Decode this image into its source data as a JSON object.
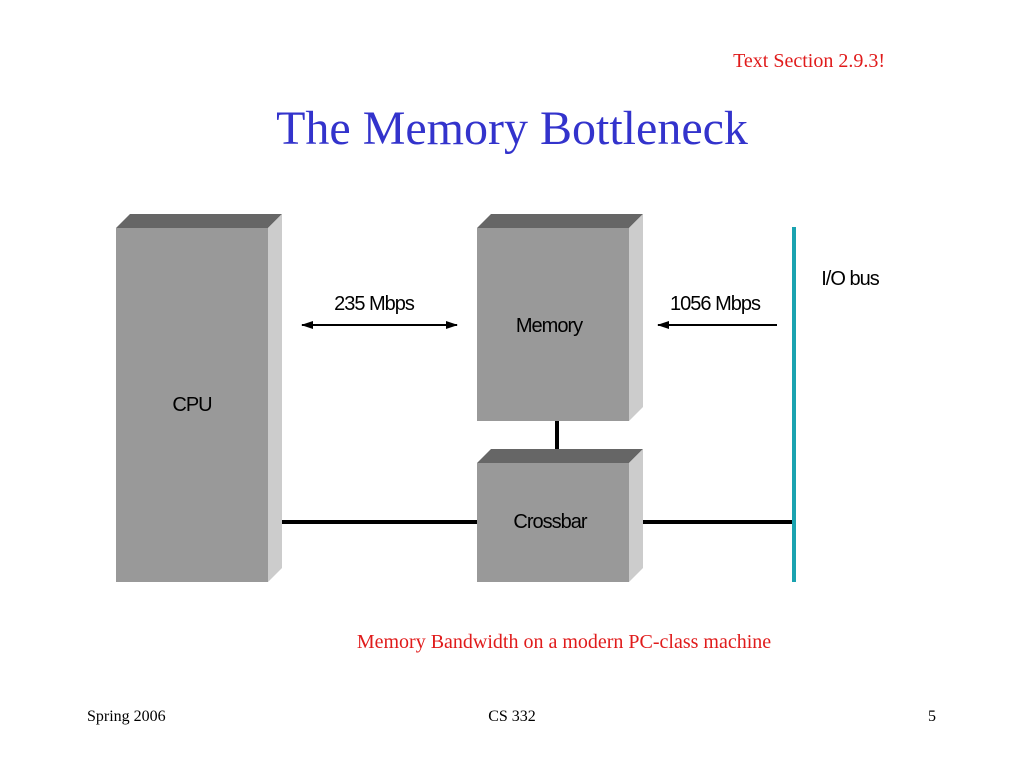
{
  "slide": {
    "reference": "Text Section 2.9.3!",
    "title": "The Memory Bottleneck",
    "caption": "Memory Bandwidth on a modern PC-class machine"
  },
  "diagram": {
    "blocks": {
      "cpu": "CPU",
      "memory": "Memory",
      "crossbar": "Crossbar"
    },
    "links": {
      "cpu_memory_bandwidth": "235 Mbps",
      "io_memory_bandwidth": "1056 Mbps"
    },
    "io_bus_label": "I/O bus",
    "colors": {
      "block_face": "#999999",
      "block_top": "#666666",
      "block_side": "#cccccc",
      "io_bus": "#1aa3b0",
      "connector": "#000000"
    }
  },
  "footer": {
    "left": "Spring 2006",
    "center": "CS 332",
    "page_number": "5"
  },
  "theme": {
    "title_color": "#3333cc",
    "accent_red": "#e01b1b"
  }
}
